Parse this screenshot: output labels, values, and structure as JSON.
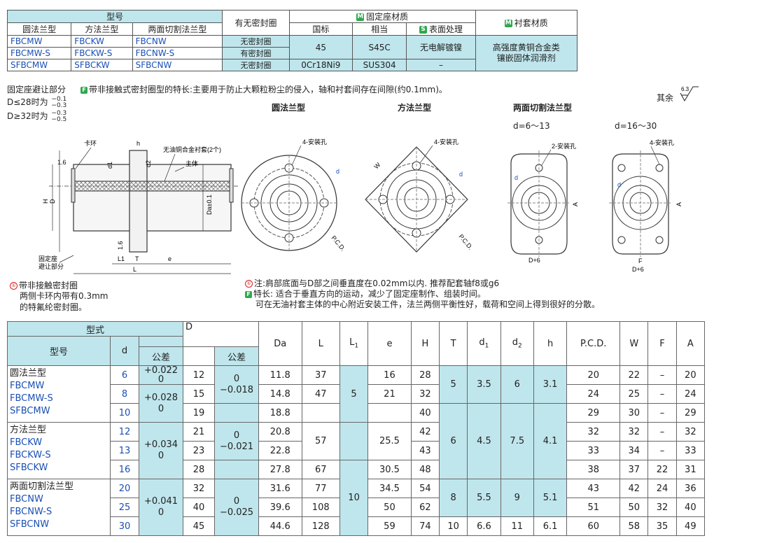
{
  "top_table": {
    "h_model": "型号",
    "h_seal": "有无密封圈",
    "h_fixed_material": "固定座材质",
    "h_bushing_material": "衬套材质",
    "h_round": "圆法兰型",
    "h_square": "方法兰型",
    "h_cut": "两面切割法兰型",
    "h_std": "国标",
    "h_equiv": "相当",
    "h_surface": "表面处理",
    "badge_m": "M",
    "badge_s": "S",
    "rows": [
      {
        "round": "FBCMW",
        "square": "FBCKW",
        "cut": "FBCNW",
        "seal": "无密封圈"
      },
      {
        "round": "FBCMW-S",
        "square": "FBCKW-S",
        "cut": "FBCNW-S",
        "seal": "有密封圈"
      },
      {
        "round": "SFBCMW",
        "square": "SFBCKW",
        "cut": "SFBCNW",
        "seal": "无密封圈"
      }
    ],
    "std_1": "45",
    "equiv_1": "S45C",
    "surface_1": "无电解镀镍",
    "std_2": "0Cr18Ni9",
    "equiv_2": "SUS304",
    "surface_2": "–",
    "bushing": "高强度黄铜合金类\n镶嵌固体润滑剂"
  },
  "notes": {
    "avoid_part": "固定座避让部分",
    "d_le28": "D≤28时为",
    "d_le28_tol_top": "−0.1",
    "d_le28_tol_bot": "−0.3",
    "d_ge32": "D≥32时为",
    "d_ge32_tol_top": "−0.3",
    "d_ge32_tol_bot": "−0.5",
    "f_badge": "F",
    "f_note": "带非接触式密封圈型的特长:主要用于防止大颗粒粉尘的侵入，轴和衬套间存在间隙(约0.1mm)。",
    "others": "其余",
    "roughness": "6.3",
    "title_round": "圆法兰型",
    "title_square": "方法兰型",
    "title_cut": "两面切割法兰型",
    "cut_range1": "d=6～13",
    "cut_range2": "d=16～30",
    "seal_note_1": "带非接触密封圈",
    "seal_note_2": "两侧卡环内带有0.3mm",
    "seal_note_3": "的特氟纶密封圈。",
    "mark": "①",
    "shoulder_note": "注:肩部底面与D部之间垂直度在0.02mm以内. 推荐配套轴f8或g6",
    "feature_1": "特长:  适合于垂直方向的运动，减少了固定座制作、组装时间。",
    "feature_2": "可在无油衬套主体的中心附近安装工件，法兰两侧平衡性好，载荷和空间上得到很好的分散。"
  },
  "drawing_labels": {
    "snap_ring": "卡环",
    "h": "h",
    "bushing_label": "无油铜合金衬套(2个)",
    "body": "主体",
    "d1": "d1",
    "d2": "d2",
    "roughness_16": "1.6",
    "D": "D",
    "H": "H",
    "Da": "Da±0.1",
    "fixed_seat": "固定座",
    "avoid": "避让部分",
    "L1": "L1",
    "T": "T",
    "e": "e",
    "L": "L",
    "hole4": "4-安装孔",
    "hole2": "2-安装孔",
    "d_small": "d",
    "pcd": "P.C.D.",
    "W": "W",
    "A": "A",
    "F": "F",
    "D6": "D+6"
  },
  "main_table": {
    "h_form": "型式",
    "h_model": "型号",
    "h_d": "d",
    "h_tol": "公差",
    "h_D": "D",
    "h_Dtol": "公差",
    "cols": [
      "Da",
      "L",
      "L1",
      "e",
      "H",
      "T",
      "d1",
      "d2",
      "h",
      "P.C.D.",
      "W",
      "F",
      "A"
    ],
    "groups": [
      {
        "title": "圆法兰型",
        "models": [
          "FBCMW",
          "FBCMW-S",
          "SFBCMW"
        ]
      },
      {
        "title": "方法兰型",
        "models": [
          "FBCKW",
          "FBCKW-S",
          "SFBCKW"
        ]
      },
      {
        "title": "两面切割法兰型",
        "models": [
          "FBCNW",
          "FBCNW-S",
          "SFBCNW"
        ]
      }
    ],
    "d": [
      "6",
      "8",
      "10",
      "12",
      "13",
      "16",
      "20",
      "25",
      "30"
    ],
    "d_tol": [
      {
        "top": "+0.022",
        "bot": "0"
      },
      {
        "top": "+0.028",
        "bot": "0"
      },
      {
        "top": "+0.034",
        "bot": "0"
      },
      {
        "top": "+0.041",
        "bot": "0"
      }
    ],
    "D": [
      "12",
      "15",
      "19",
      "21",
      "23",
      "28",
      "32",
      "40",
      "45"
    ],
    "D_tol": [
      {
        "top": "0",
        "bot": "−0.018"
      },
      {
        "top": "0",
        "bot": "−0.021"
      },
      {
        "top": "0",
        "bot": "−0.025"
      }
    ],
    "Da": [
      "11.8",
      "14.8",
      "18.8",
      "20.8",
      "22.8",
      "27.8",
      "31.6",
      "39.6",
      "44.6"
    ],
    "L": [
      "37",
      "47",
      "",
      "57",
      "",
      "67",
      "77",
      "108",
      "128"
    ],
    "L1_a": "5",
    "L1_b": "10",
    "e": [
      "16",
      "21",
      "",
      "25.5",
      "",
      "30.5",
      "34.5",
      "50",
      "59"
    ],
    "H": [
      "28",
      "32",
      "40",
      "42",
      "43",
      "48",
      "54",
      "62",
      "74"
    ],
    "T": [
      "5",
      "6",
      "8",
      "10"
    ],
    "d1": [
      "3.5",
      "4.5",
      "5.5",
      "6.6"
    ],
    "d2": [
      "6",
      "7.5",
      "9",
      "11"
    ],
    "h": [
      "3.1",
      "4.1",
      "5.1",
      "6.1"
    ],
    "PCD": [
      "20",
      "24",
      "29",
      "32",
      "33",
      "38",
      "43",
      "51",
      "60"
    ],
    "W": [
      "22",
      "25",
      "30",
      "32",
      "34",
      "37",
      "42",
      "50",
      "58"
    ],
    "F": [
      "–",
      "–",
      "–",
      "–",
      "–",
      "22",
      "24",
      "32",
      "35"
    ],
    "A": [
      "20",
      "24",
      "29",
      "32",
      "33",
      "31",
      "36",
      "40",
      "49"
    ]
  }
}
